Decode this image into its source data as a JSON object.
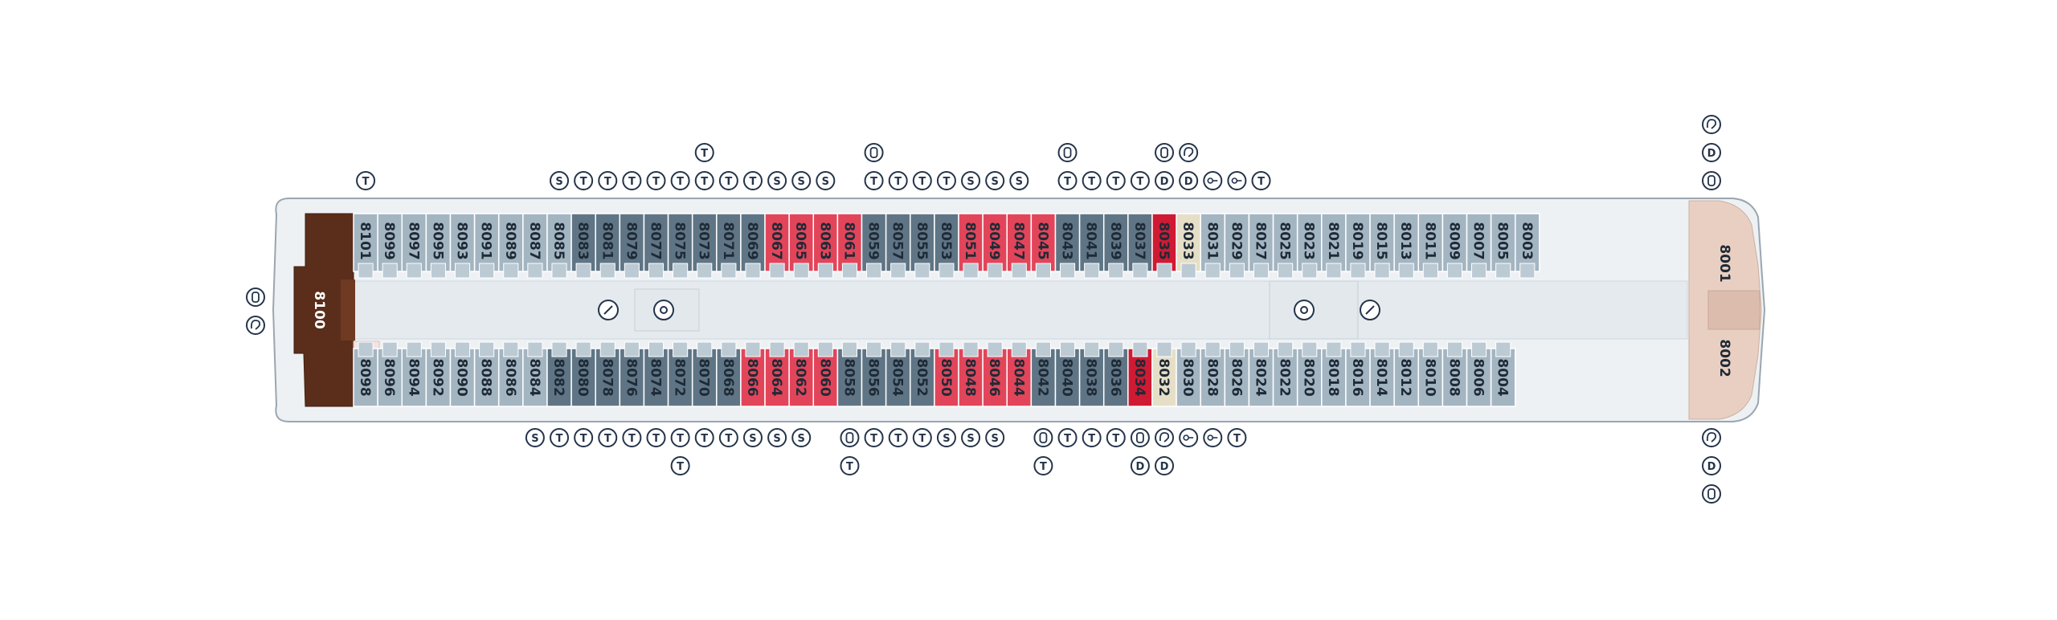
{
  "deck": {
    "suite_bow_top": "8001",
    "suite_bow_bottom": "8002",
    "suite_stern": "8100",
    "top_cabins": [
      {
        "num": "8101",
        "cat": "grey"
      },
      {
        "num": "8099",
        "cat": "grey"
      },
      {
        "num": "8097",
        "cat": "grey"
      },
      {
        "num": "8095",
        "cat": "grey"
      },
      {
        "num": "8093",
        "cat": "grey"
      },
      {
        "num": "8091",
        "cat": "grey"
      },
      {
        "num": "8089",
        "cat": "grey"
      },
      {
        "num": "8087",
        "cat": "grey"
      },
      {
        "num": "8085",
        "cat": "grey"
      },
      {
        "num": "8083",
        "cat": "slate"
      },
      {
        "num": "8081",
        "cat": "slate"
      },
      {
        "num": "8079",
        "cat": "slate"
      },
      {
        "num": "8077",
        "cat": "slate"
      },
      {
        "num": "8075",
        "cat": "slate"
      },
      {
        "num": "8073",
        "cat": "slate"
      },
      {
        "num": "8071",
        "cat": "slate"
      },
      {
        "num": "8069",
        "cat": "slate"
      },
      {
        "num": "8067",
        "cat": "red"
      },
      {
        "num": "8065",
        "cat": "red"
      },
      {
        "num": "8063",
        "cat": "red"
      },
      {
        "num": "8061",
        "cat": "red"
      },
      {
        "num": "8059",
        "cat": "slate"
      },
      {
        "num": "8057",
        "cat": "slate"
      },
      {
        "num": "8055",
        "cat": "slate"
      },
      {
        "num": "8053",
        "cat": "slate"
      },
      {
        "num": "8051",
        "cat": "red"
      },
      {
        "num": "8049",
        "cat": "red"
      },
      {
        "num": "8047",
        "cat": "red"
      },
      {
        "num": "8045",
        "cat": "red"
      },
      {
        "num": "8043",
        "cat": "slate"
      },
      {
        "num": "8041",
        "cat": "slate"
      },
      {
        "num": "8039",
        "cat": "slate"
      },
      {
        "num": "8037",
        "cat": "slate"
      },
      {
        "num": "8035",
        "cat": "crimson"
      },
      {
        "num": "8033",
        "cat": "beige"
      },
      {
        "num": "8031",
        "cat": "grey"
      },
      {
        "num": "8029",
        "cat": "grey"
      },
      {
        "num": "8027",
        "cat": "grey"
      },
      {
        "num": "8025",
        "cat": "grey"
      },
      {
        "num": "8023",
        "cat": "grey"
      },
      {
        "num": "8021",
        "cat": "grey"
      },
      {
        "num": "8019",
        "cat": "grey"
      },
      {
        "num": "8015",
        "cat": "grey"
      },
      {
        "num": "8013",
        "cat": "grey"
      },
      {
        "num": "8011",
        "cat": "grey"
      },
      {
        "num": "8009",
        "cat": "grey"
      },
      {
        "num": "8007",
        "cat": "grey"
      },
      {
        "num": "8005",
        "cat": "grey"
      },
      {
        "num": "8003",
        "cat": "grey"
      }
    ],
    "bottom_cabins": [
      {
        "num": "8098",
        "cat": "grey"
      },
      {
        "num": "8096",
        "cat": "grey"
      },
      {
        "num": "8094",
        "cat": "grey"
      },
      {
        "num": "8092",
        "cat": "grey"
      },
      {
        "num": "8090",
        "cat": "grey"
      },
      {
        "num": "8088",
        "cat": "grey"
      },
      {
        "num": "8086",
        "cat": "grey"
      },
      {
        "num": "8084",
        "cat": "grey"
      },
      {
        "num": "8082",
        "cat": "slate"
      },
      {
        "num": "8080",
        "cat": "slate"
      },
      {
        "num": "8078",
        "cat": "slate"
      },
      {
        "num": "8076",
        "cat": "slate"
      },
      {
        "num": "8074",
        "cat": "slate"
      },
      {
        "num": "8072",
        "cat": "slate"
      },
      {
        "num": "8070",
        "cat": "slate"
      },
      {
        "num": "8068",
        "cat": "slate"
      },
      {
        "num": "8066",
        "cat": "red"
      },
      {
        "num": "8064",
        "cat": "red"
      },
      {
        "num": "8062",
        "cat": "red"
      },
      {
        "num": "8060",
        "cat": "red"
      },
      {
        "num": "8058",
        "cat": "slate"
      },
      {
        "num": "8056",
        "cat": "slate"
      },
      {
        "num": "8054",
        "cat": "slate"
      },
      {
        "num": "8052",
        "cat": "slate"
      },
      {
        "num": "8050",
        "cat": "red"
      },
      {
        "num": "8048",
        "cat": "red"
      },
      {
        "num": "8046",
        "cat": "red"
      },
      {
        "num": "8044",
        "cat": "red"
      },
      {
        "num": "8042",
        "cat": "slate"
      },
      {
        "num": "8040",
        "cat": "slate"
      },
      {
        "num": "8038",
        "cat": "slate"
      },
      {
        "num": "8036",
        "cat": "slate"
      },
      {
        "num": "8034",
        "cat": "crimson"
      },
      {
        "num": "8032",
        "cat": "beige"
      },
      {
        "num": "8030",
        "cat": "grey"
      },
      {
        "num": "8028",
        "cat": "grey"
      },
      {
        "num": "8026",
        "cat": "grey"
      },
      {
        "num": "8024",
        "cat": "grey"
      },
      {
        "num": "8022",
        "cat": "grey"
      },
      {
        "num": "8020",
        "cat": "grey"
      },
      {
        "num": "8018",
        "cat": "grey"
      },
      {
        "num": "8016",
        "cat": "grey"
      },
      {
        "num": "8014",
        "cat": "grey"
      },
      {
        "num": "8012",
        "cat": "grey"
      },
      {
        "num": "8010",
        "cat": "grey"
      },
      {
        "num": "8008",
        "cat": "grey"
      },
      {
        "num": "8006",
        "cat": "grey"
      },
      {
        "num": "8004",
        "cat": "grey"
      }
    ],
    "top_symbols": [
      {
        "at": "8101",
        "stack": [
          "T"
        ]
      },
      {
        "at": "8085",
        "stack": [
          "S"
        ]
      },
      {
        "at": "8083",
        "stack": [
          "T"
        ]
      },
      {
        "at": "8081",
        "stack": [
          "T"
        ]
      },
      {
        "at": "8079",
        "stack": [
          "T"
        ]
      },
      {
        "at": "8077",
        "stack": [
          "T"
        ]
      },
      {
        "at": "8075",
        "stack": [
          "T"
        ]
      },
      {
        "at": "8073",
        "stack": [
          "T",
          "T"
        ]
      },
      {
        "at": "8071",
        "stack": [
          "T"
        ]
      },
      {
        "at": "8069",
        "stack": [
          "T"
        ]
      },
      {
        "at": "8067",
        "stack": [
          "S"
        ]
      },
      {
        "at": "8065",
        "stack": [
          "S"
        ]
      },
      {
        "at": "8063",
        "stack": [
          "S"
        ]
      },
      {
        "at": "8059",
        "stack": [
          "W",
          "T"
        ]
      },
      {
        "at": "8057",
        "stack": [
          "T"
        ]
      },
      {
        "at": "8055",
        "stack": [
          "T"
        ]
      },
      {
        "at": "8053",
        "stack": [
          "T"
        ]
      },
      {
        "at": "8051",
        "stack": [
          "S"
        ]
      },
      {
        "at": "8049",
        "stack": [
          "S"
        ]
      },
      {
        "at": "8047",
        "stack": [
          "S"
        ]
      },
      {
        "at": "8043",
        "stack": [
          "W",
          "T"
        ]
      },
      {
        "at": "8041",
        "stack": [
          "T"
        ]
      },
      {
        "at": "8039",
        "stack": [
          "T"
        ]
      },
      {
        "at": "8037",
        "stack": [
          "T"
        ]
      },
      {
        "at": "8035",
        "stack": [
          "W",
          "D"
        ]
      },
      {
        "at": "8033",
        "stack": [
          "H",
          "D"
        ]
      },
      {
        "at": "8031",
        "stack": [
          "K"
        ]
      },
      {
        "at": "8029",
        "stack": [
          "K"
        ]
      },
      {
        "at": "8027",
        "stack": [
          "T"
        ]
      },
      {
        "at": "bow",
        "stack": [
          "H",
          "D",
          "W"
        ]
      }
    ],
    "bottom_symbols": [
      {
        "at": "8084",
        "stack": [
          "S"
        ]
      },
      {
        "at": "8082",
        "stack": [
          "T"
        ]
      },
      {
        "at": "8080",
        "stack": [
          "T"
        ]
      },
      {
        "at": "8078",
        "stack": [
          "T"
        ]
      },
      {
        "at": "8076",
        "stack": [
          "T"
        ]
      },
      {
        "at": "8074",
        "stack": [
          "T"
        ]
      },
      {
        "at": "8072",
        "stack": [
          "T",
          "T"
        ]
      },
      {
        "at": "8070",
        "stack": [
          "T"
        ]
      },
      {
        "at": "8068",
        "stack": [
          "T"
        ]
      },
      {
        "at": "8066",
        "stack": [
          "S"
        ]
      },
      {
        "at": "8064",
        "stack": [
          "S"
        ]
      },
      {
        "at": "8062",
        "stack": [
          "S"
        ]
      },
      {
        "at": "8058",
        "stack": [
          "W",
          "T"
        ]
      },
      {
        "at": "8056",
        "stack": [
          "T"
        ]
      },
      {
        "at": "8054",
        "stack": [
          "T"
        ]
      },
      {
        "at": "8052",
        "stack": [
          "T"
        ]
      },
      {
        "at": "8050",
        "stack": [
          "S"
        ]
      },
      {
        "at": "8048",
        "stack": [
          "S"
        ]
      },
      {
        "at": "8046",
        "stack": [
          "S"
        ]
      },
      {
        "at": "8042",
        "stack": [
          "W",
          "T"
        ]
      },
      {
        "at": "8040",
        "stack": [
          "T"
        ]
      },
      {
        "at": "8038",
        "stack": [
          "T"
        ]
      },
      {
        "at": "8036",
        "stack": [
          "T"
        ]
      },
      {
        "at": "8034",
        "stack": [
          "W",
          "D"
        ]
      },
      {
        "at": "8032",
        "stack": [
          "H",
          "D"
        ]
      },
      {
        "at": "8030",
        "stack": [
          "K"
        ]
      },
      {
        "at": "8028",
        "stack": [
          "K"
        ]
      },
      {
        "at": "8026",
        "stack": [
          "T"
        ]
      },
      {
        "at": "bow",
        "stack": [
          "H",
          "D",
          "W"
        ]
      }
    ],
    "stern_symbols": [
      "W",
      "H"
    ],
    "colors": {
      "grey": "#a4b5c2",
      "slate": "#5f7585",
      "red": "#e2455a",
      "crimson": "#cf1a33",
      "beige": "#e6dfc7",
      "brown": "#5a2e1a",
      "bow": "#e9cfc2",
      "hull": "#eef1f4",
      "corridor": "#e5eaee",
      "balcony": "#bccad4",
      "outline": "#9aa6b0",
      "symbol": "#24344a"
    },
    "icons": {
      "T": "twin-bed-icon",
      "S": "sofa-bed-icon",
      "D": "disabled-access-icon",
      "W": "wheelchair-accessible-icon",
      "H": "hearing-impaired-icon",
      "K": "key-icon"
    }
  }
}
